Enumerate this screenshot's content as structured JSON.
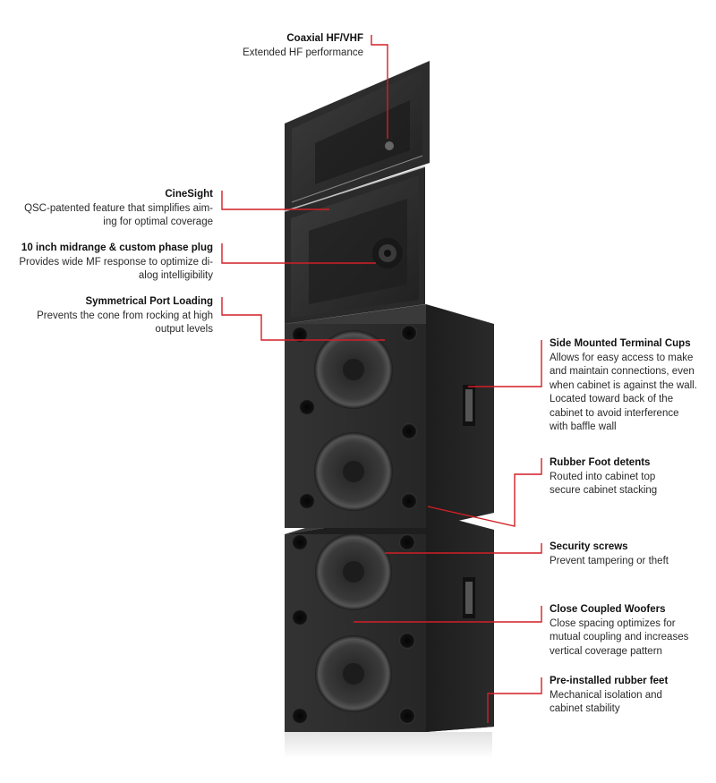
{
  "callouts": {
    "coaxial": {
      "title": "Coaxial HF/VHF",
      "desc": [
        "Extended HF performance"
      ]
    },
    "cinesight": {
      "title": "CineSight",
      "desc": [
        "QSC-patented feature that simplifies aim-",
        "ing for optimal coverage"
      ]
    },
    "midrange": {
      "title": "10 inch midrange & custom phase plug",
      "desc": [
        "Provides wide MF response to optimize di-",
        "alog intelligibility"
      ]
    },
    "port": {
      "title": "Symmetrical Port Loading",
      "desc": [
        "Prevents the cone from rocking at high",
        "output levels"
      ]
    },
    "terminal": {
      "title": "Side Mounted Terminal Cups",
      "desc": [
        "Allows for easy access to make",
        "and maintain connections, even",
        "when cabinet is against the wall.",
        "Located toward back of the",
        "cabinet to avoid interference",
        "with baffle wall"
      ]
    },
    "rubber_detents": {
      "title": "Rubber Foot detents",
      "desc": [
        "Routed into cabinet top",
        "secure cabinet stacking"
      ]
    },
    "security": {
      "title": "Security screws",
      "desc": [
        "Prevent tampering or theft"
      ]
    },
    "woofers": {
      "title": "Close Coupled Woofers",
      "desc": [
        "Close spacing optimizes for",
        "mutual coupling and increases",
        "vertical coverage pattern"
      ]
    },
    "feet": {
      "title": "Pre-installed rubber feet",
      "desc": [
        "Mechanical isolation and",
        "cabinet stability"
      ]
    }
  },
  "colors": {
    "leader": "#d21f26",
    "cabinet": "#2b2b2b",
    "cabinet_dark": "#1a1a1a",
    "background": "#ffffff"
  }
}
